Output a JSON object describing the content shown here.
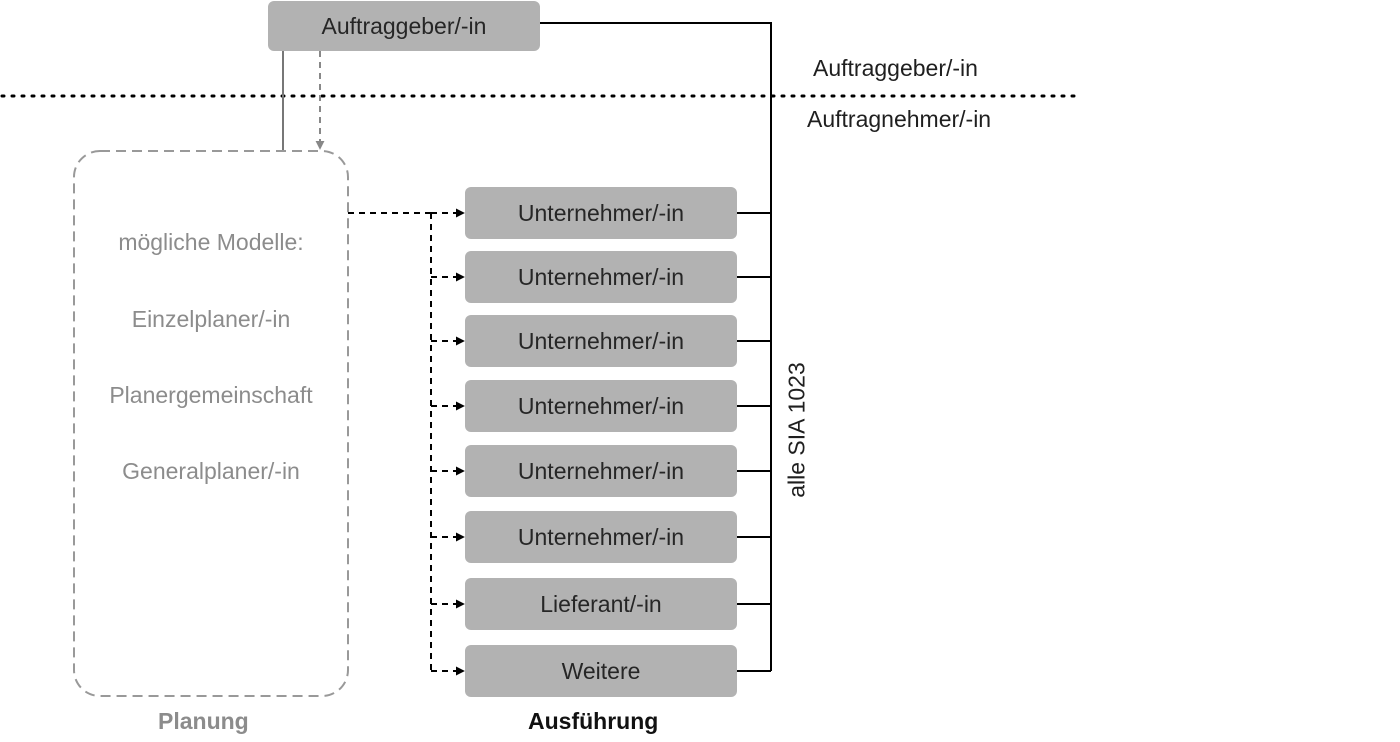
{
  "client": {
    "label": "Auftraggeber/-in"
  },
  "divider": {
    "upper_label": "Auftraggeber/-in",
    "lower_label": "Auftragnehmer/-in"
  },
  "planning": {
    "heading": "mögliche Modelle:",
    "models": [
      "Einzelplaner/-in",
      "Planergemeinschaft",
      "Generalplaner/-in"
    ],
    "caption": "Planung"
  },
  "execution": {
    "boxes": [
      "Unternehmer/-in",
      "Unternehmer/-in",
      "Unternehmer/-in",
      "Unternehmer/-in",
      "Unternehmer/-in",
      "Unternehmer/-in",
      "Lieferant/-in",
      "Weitere"
    ],
    "caption": "Ausführung"
  },
  "contract_label": "alle SIA 1023",
  "colors": {
    "box_fill": "#b2b2b2",
    "planning_text": "#8c8c8c",
    "planning_border": "#999999",
    "line": "#000000"
  }
}
